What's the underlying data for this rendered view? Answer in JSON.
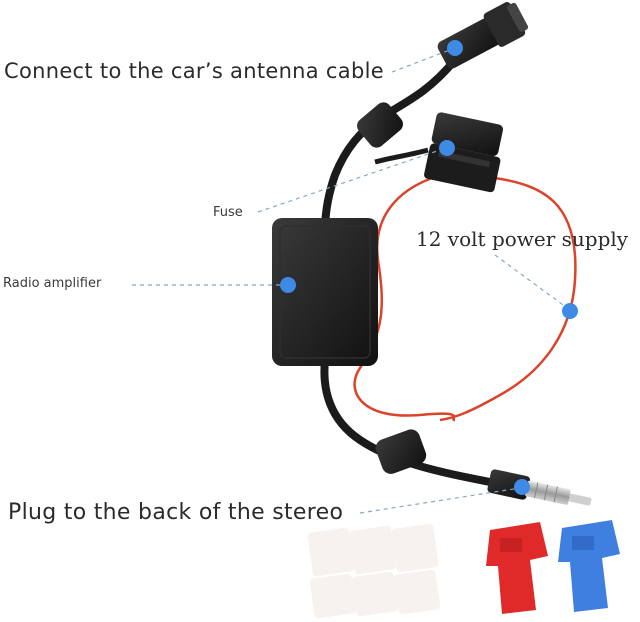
{
  "labels": {
    "antenna": "Connect to the car’s antenna cable",
    "fuse": "Fuse",
    "amplifier": "Radio amplifier",
    "power": "12 volt power supply",
    "stereo": "Plug to the back of the stereo"
  },
  "icons": {
    "marker": "blue-dot-icon",
    "connector": "crimp-connector-icon",
    "pad": "adhesive-pad-icon"
  },
  "colors": {
    "marker": "#3d8be4",
    "cable": "#1b1b1b",
    "power_wire": "#d9442b",
    "connector_red": "#e02a2a",
    "connector_blue": "#3f7fe0"
  }
}
